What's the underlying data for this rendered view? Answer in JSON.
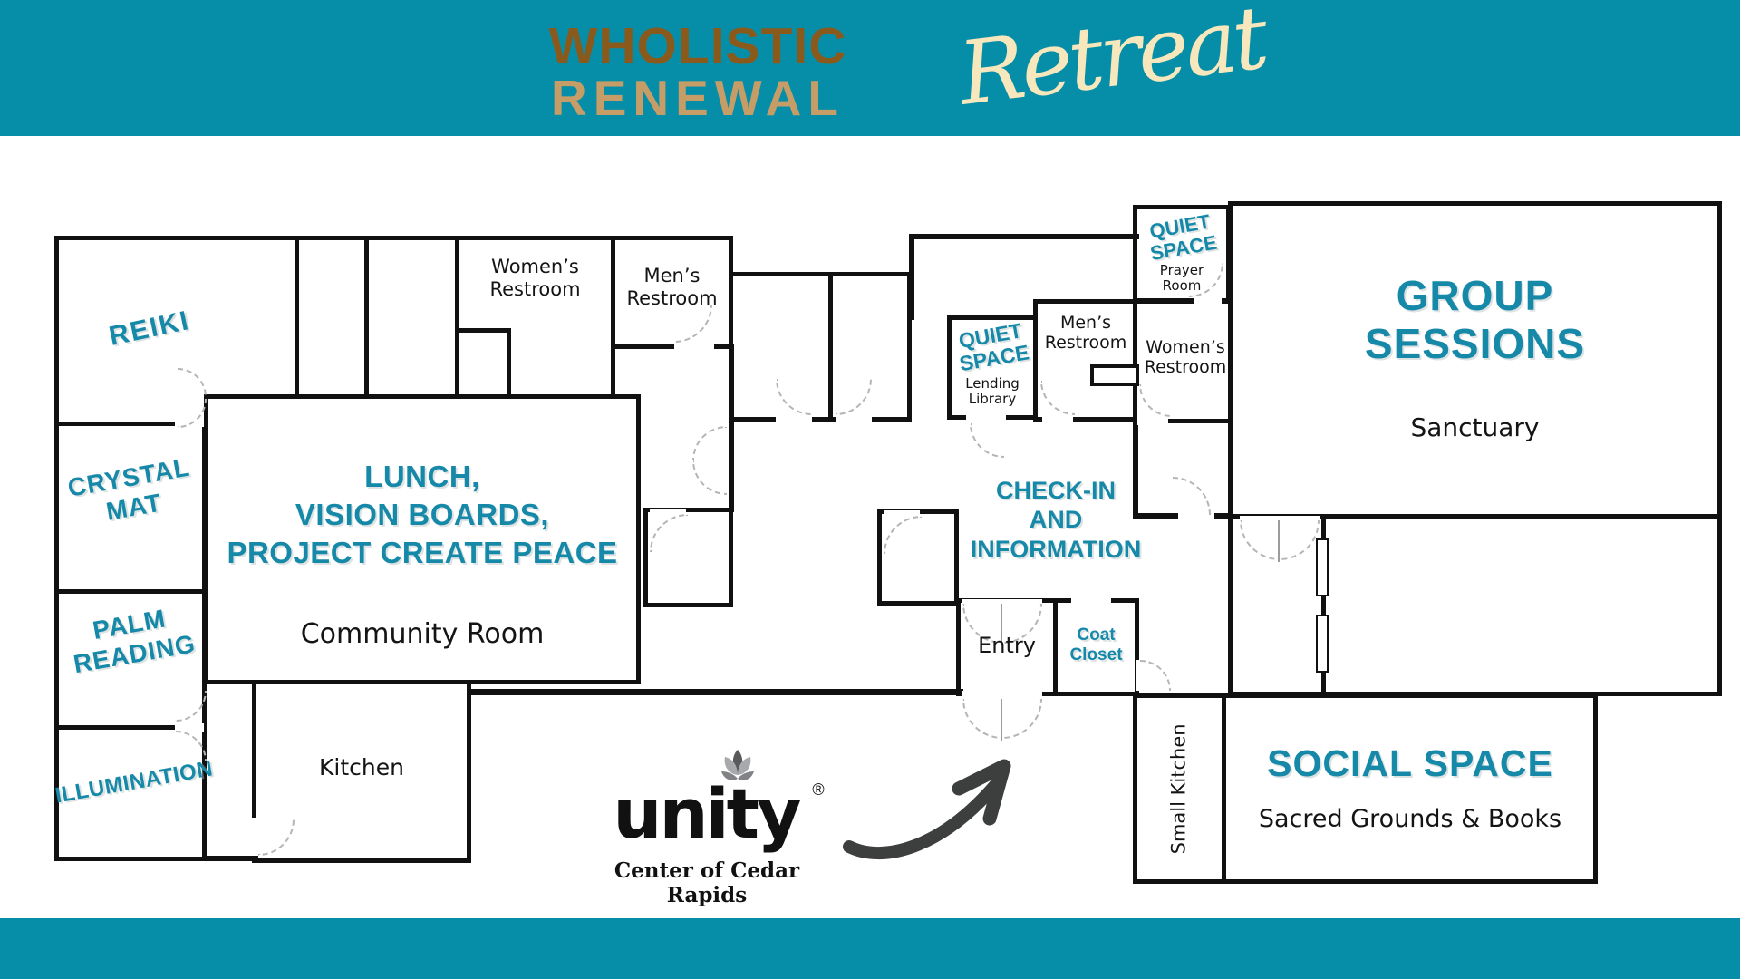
{
  "banner": {
    "line1": "WHOLISTIC",
    "line2": "RENEWAL",
    "script": "Retreat",
    "bg_color": "#068EA8",
    "line1_color": "#8A5A1D",
    "line2_color": "#C79D67",
    "script_color": "#F6E8BC"
  },
  "accent_color": "#1689A9",
  "rooms": {
    "reiki": {
      "activity": "REIKI"
    },
    "crystal_mat": {
      "activity": "CRYSTAL\nMAT"
    },
    "palm_reading": {
      "activity": "PALM\nREADING"
    },
    "illumination": {
      "activity": "ILLUMINATION"
    },
    "community": {
      "activity": "LUNCH,\nVISION BOARDS,\nPROJECT CREATE PEACE",
      "name": "Community Room"
    },
    "kitchen": {
      "name": "Kitchen"
    },
    "womens_top": {
      "name": "Women’s\nRestroom"
    },
    "mens_top": {
      "name": "Men’s\nRestroom"
    },
    "lending_library": {
      "activity": "QUIET\nSPACE",
      "name": "Lending\nLibrary"
    },
    "mens_right": {
      "name": "Men’s\nRestroom"
    },
    "womens_right": {
      "name": "Women’s\nRestroom"
    },
    "prayer_room": {
      "activity": "QUIET\nSPACE",
      "name": "Prayer\nRoom"
    },
    "sanctuary": {
      "activity": "GROUP\nSESSIONS",
      "name": "Sanctuary"
    },
    "check_in": {
      "label": "CHECK-IN\nAND\nINFORMATION"
    },
    "entry": {
      "name": "Entry"
    },
    "coat_closet": {
      "name": "Coat\nCloset"
    },
    "small_kitchen": {
      "name": "Small Kitchen"
    },
    "social_space": {
      "activity": "SOCIAL SPACE",
      "name": "Sacred Grounds & Books"
    }
  },
  "logo": {
    "brand": "unity",
    "registered": "®",
    "tagline": "Center of Cedar Rapids"
  }
}
